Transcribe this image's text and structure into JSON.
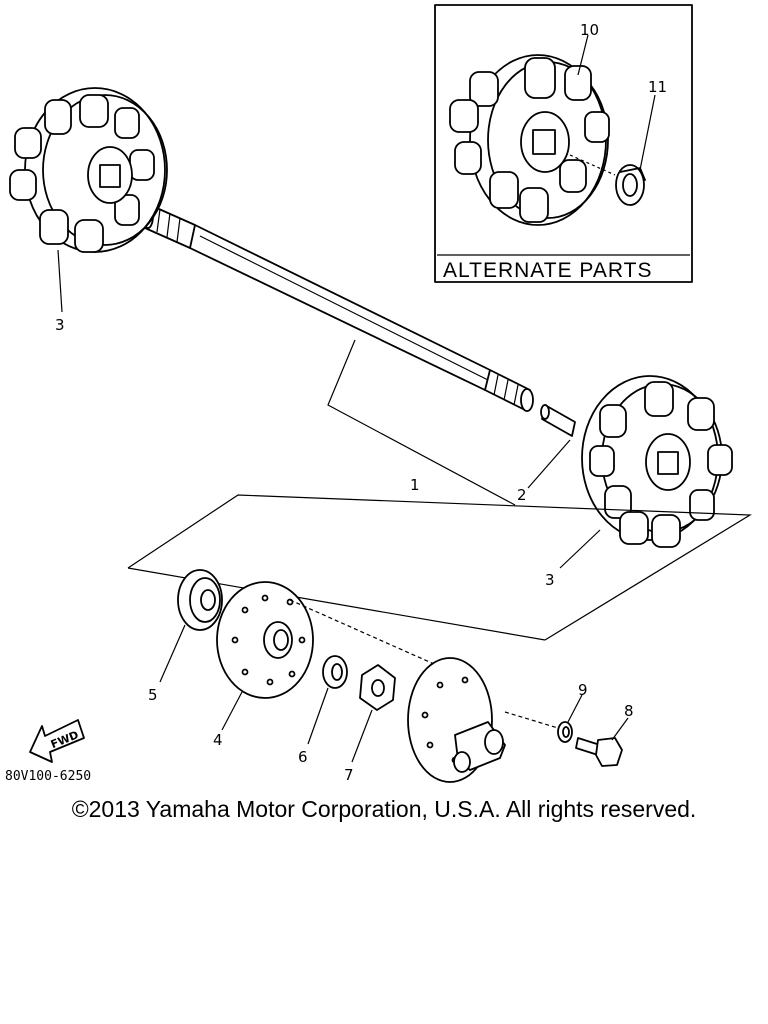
{
  "inset": {
    "title": "ALTERNATE PARTS"
  },
  "callouts": {
    "c1": "1",
    "c2": "2",
    "c3a": "3",
    "c3b": "3",
    "c4": "4",
    "c5": "5",
    "c6": "6",
    "c7": "7",
    "c8": "8",
    "c9": "9",
    "c10": "10",
    "c11": "11"
  },
  "fwd_label": "FWD",
  "diagram_code": "80V100-6250",
  "copyright": "©2013 Yamaha Motor Corporation, U.S.A. All rights reserved."
}
